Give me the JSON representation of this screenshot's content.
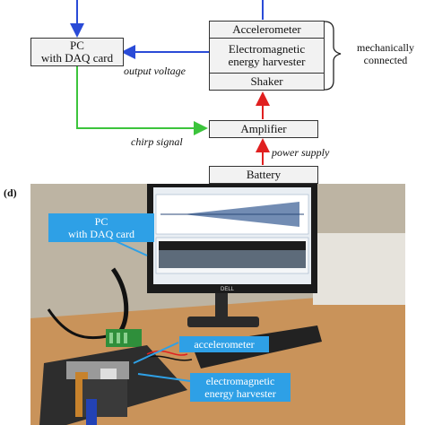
{
  "diagram": {
    "pc_box": [
      "PC",
      "with DAQ card"
    ],
    "accelerometer": "Accelerometer",
    "harvester": [
      "Electromagnetic",
      "energy harvester"
    ],
    "shaker": "Shaker",
    "amplifier": "Amplifier",
    "battery": "Battery",
    "output_voltage": "output voltage",
    "chirp_signal": "chirp signal",
    "power_supply": "power supply",
    "mechanically_connected": [
      "mechanically",
      "connected"
    ],
    "colors": {
      "blue": "#2a4bd7",
      "green": "#3cc43c",
      "red": "#e02020"
    }
  },
  "photo": {
    "panel_label": "(d)",
    "callout_pc": [
      "PC",
      "with DAQ card"
    ],
    "callout_accelerometer": "accelerometer",
    "callout_harvester": [
      "electromagnetic",
      "energy harvester"
    ],
    "monitor_brand": "DELL"
  }
}
